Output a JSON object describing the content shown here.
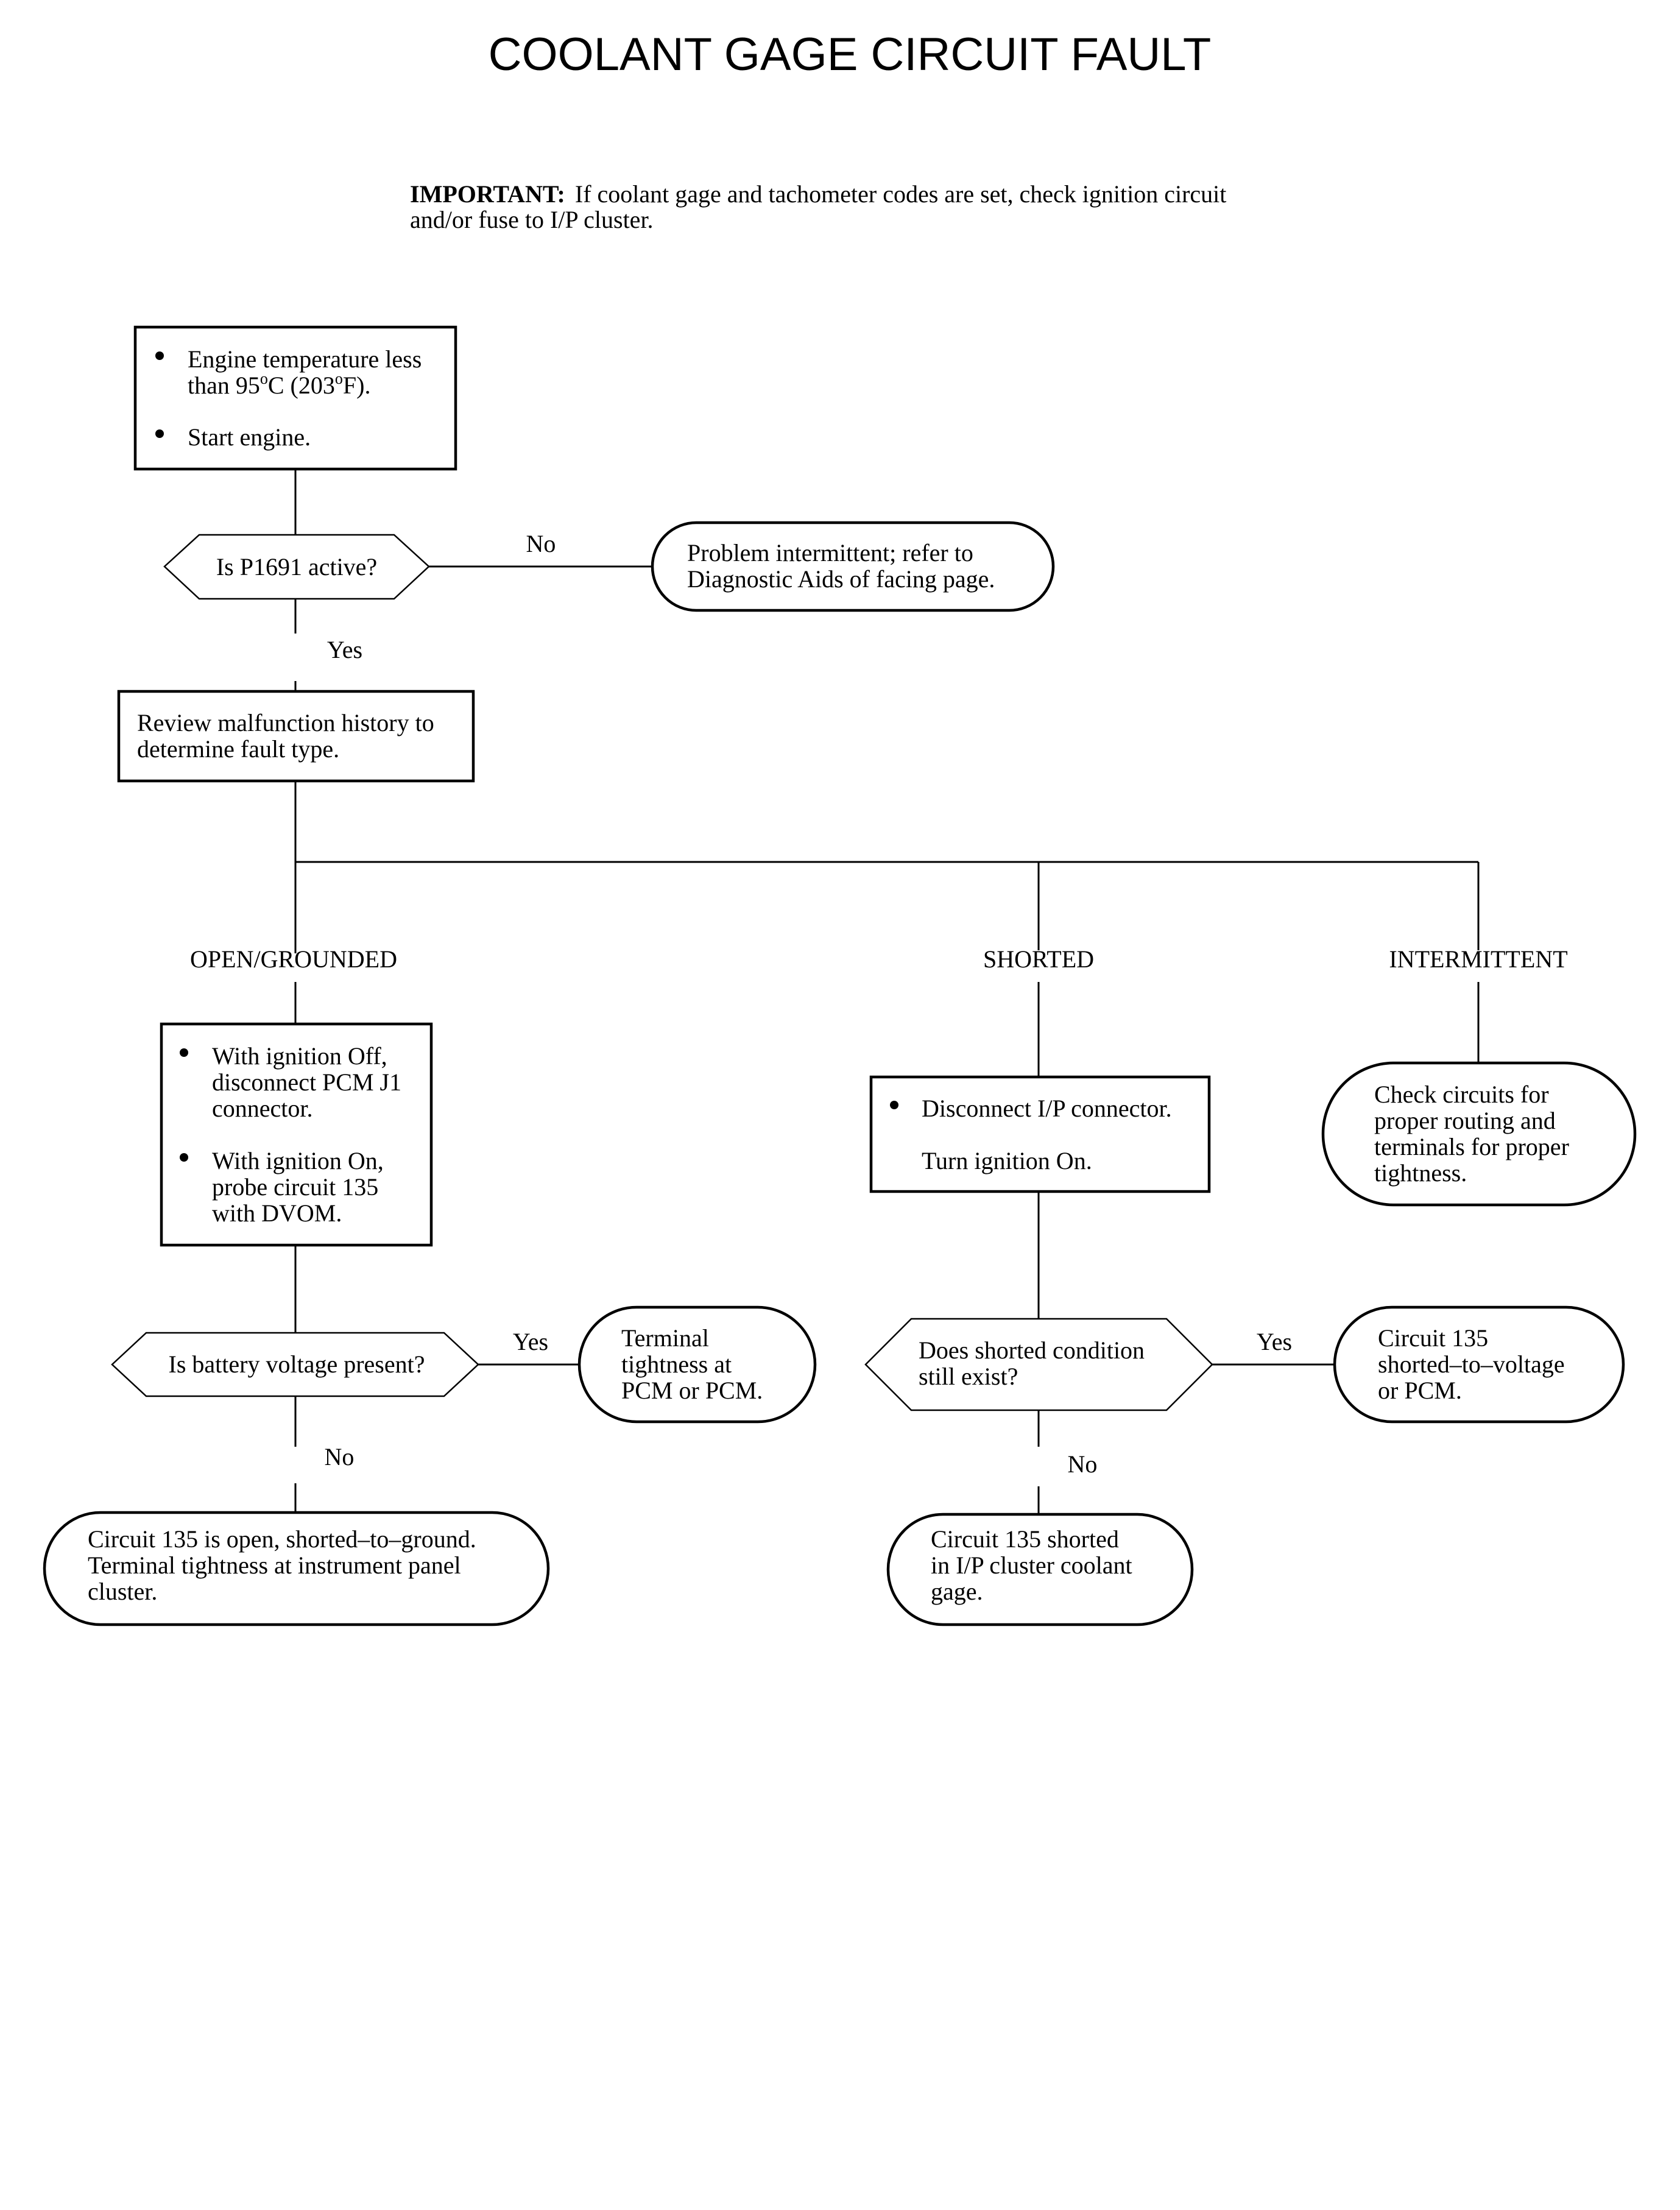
{
  "title": "COOLANT GAGE CIRCUIT FAULT",
  "important": {
    "label": "IMPORTANT:",
    "line1": "If coolant gage and tachometer codes are set, check ignition circuit",
    "line2": "and/or fuse to I/P cluster."
  },
  "start_box": {
    "bullet1_line1": "Engine temperature less",
    "bullet1_line2_a": "than 95",
    "bullet1_line2_b": "C (203",
    "bullet1_line2_c": "F).",
    "degree_mark": "o",
    "bullet2": "Start engine."
  },
  "decision_p1691": {
    "text": "Is P1691 active?",
    "no_label": "No",
    "yes_label": "Yes"
  },
  "result_intermittent_problem": {
    "line1": "Problem intermittent; refer to",
    "line2": "Diagnostic Aids of facing page."
  },
  "review_box": {
    "line1": "Review malfunction history to",
    "line2": "determine fault type."
  },
  "branches": {
    "open_grounded": "OPEN/GROUNDED",
    "shorted": "SHORTED",
    "intermittent": "INTERMITTENT"
  },
  "open_steps": {
    "b1_l1": "With ignition Off,",
    "b1_l2": "disconnect PCM J1",
    "b1_l3": "connector.",
    "b2_l1": "With ignition On,",
    "b2_l2": "probe circuit 135",
    "b2_l3": "with DVOM."
  },
  "decision_battery": {
    "text": "Is battery voltage present?",
    "yes_label": "Yes",
    "no_label": "No"
  },
  "result_terminal_pcm": {
    "line1": "Terminal",
    "line2": "tightness at",
    "line3": "PCM or PCM."
  },
  "result_circuit_open": {
    "line1": "Circuit 135 is open, shorted–to–ground.",
    "line2": "Terminal tightness at instrument panel",
    "line3": "cluster."
  },
  "shorted_steps": {
    "b1": "Disconnect I/P connector.",
    "line2": "Turn ignition On."
  },
  "decision_shorted": {
    "line1": "Does shorted condition",
    "line2": "still exist?",
    "yes_label": "Yes",
    "no_label": "No"
  },
  "result_shorted_voltage": {
    "line1": "Circuit 135",
    "line2": "shorted–to–voltage",
    "line3": "or PCM."
  },
  "result_shorted_cluster": {
    "line1": "Circuit 135 shorted",
    "line2": "in I/P cluster coolant",
    "line3": "gage."
  },
  "result_check_circuits": {
    "line1": "Check circuits for",
    "line2": "proper routing and",
    "line3": "terminals for proper",
    "line4": "tightness."
  }
}
